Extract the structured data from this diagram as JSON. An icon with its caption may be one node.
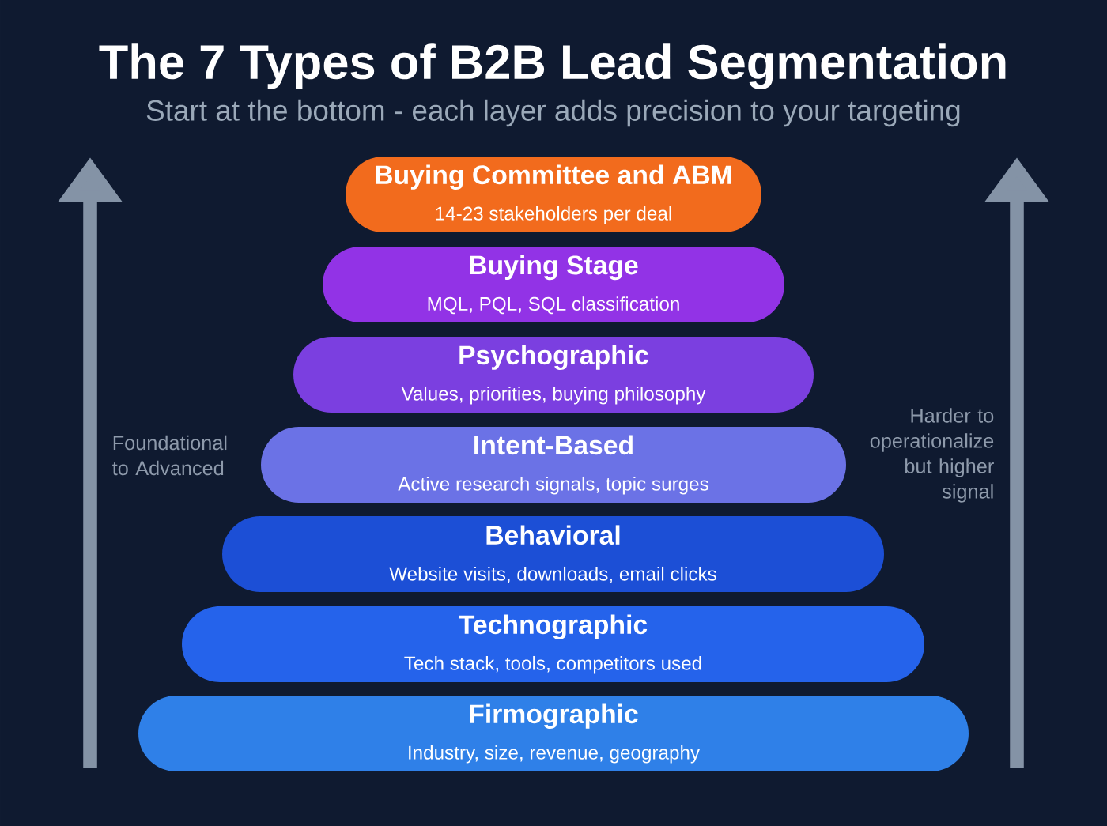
{
  "diagram": {
    "title": "The 7 Types of B2B Lead Segmentation",
    "nodes": [
      {
        "text": [
          "Buying Committee and ABM",
          "14-23 stakeholders per deal"
        ]
      },
      {
        "text": [
          "Buying Stage",
          "MQL, PQL, SQL classification"
        ]
      },
      {
        "text": [
          "Psychographic",
          "Values, priorities, buying philosophy"
        ]
      },
      {
        "text": [
          "Intent-Based",
          "Active research signals, topic surges"
        ]
      },
      {
        "text": [
          "Behavioral",
          "Website visits, downloads, email clicks"
        ]
      },
      {
        "text": [
          "Technographic",
          "Tech stack, tools, competitors used"
        ]
      },
      {
        "text": [
          "Firmographic",
          "Industry, size, revenue, geography"
        ]
      }
    ],
    "edges": [],
    "labels": [
      "Start at the bottom - each layer adds precision to your targeting",
      "Foundational to Advanced",
      "Harder to operationalize but higher signal"
    ]
  }
}
